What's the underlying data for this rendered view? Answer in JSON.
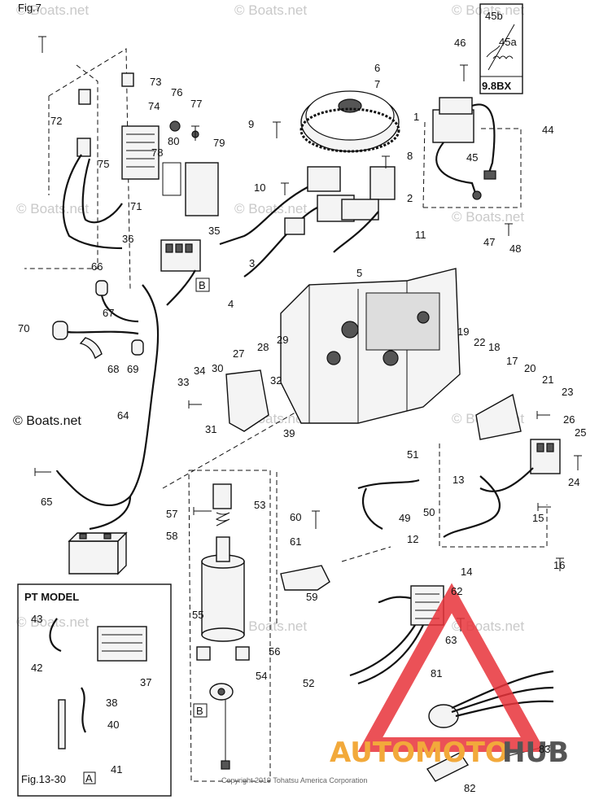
{
  "figure_ref": "Fig.7",
  "watermark": "© Boats.net",
  "copyright_line": "Copyright 2019 Tohatsu America Corporation",
  "variant_box_label": "9.8BX",
  "variant_parts": [
    "45b",
    "45a"
  ],
  "pt_model_label": "PT   MODEL",
  "bottom_ref": "Fig.13-30",
  "ref_box_a": "A",
  "ref_box_b": "B",
  "logo": {
    "text_a": "AUTOMOTO",
    "text_b": "HUB",
    "color_a": "#f2a93b",
    "color_b": "#555555",
    "triangle_color": "#e8323a"
  },
  "part_labels": [
    "1",
    "2",
    "3",
    "4",
    "5",
    "6",
    "7",
    "8",
    "9",
    "10",
    "11",
    "12",
    "13",
    "14",
    "15",
    "16",
    "17",
    "18",
    "19",
    "20",
    "21",
    "22",
    "23",
    "24",
    "25",
    "26",
    "27",
    "28",
    "29",
    "30",
    "31",
    "32",
    "33",
    "34",
    "35",
    "36",
    "37",
    "38",
    "39",
    "40",
    "41",
    "42",
    "43",
    "44",
    "45",
    "46",
    "47",
    "48",
    "49",
    "50",
    "51",
    "52",
    "53",
    "54",
    "55",
    "56",
    "57",
    "58",
    "59",
    "60",
    "61",
    "62",
    "63",
    "64",
    "65",
    "66",
    "67",
    "68",
    "69",
    "70",
    "71",
    "72",
    "73",
    "74",
    "75",
    "76",
    "77",
    "78",
    "79",
    "80",
    "81",
    "82",
    "83"
  ]
}
